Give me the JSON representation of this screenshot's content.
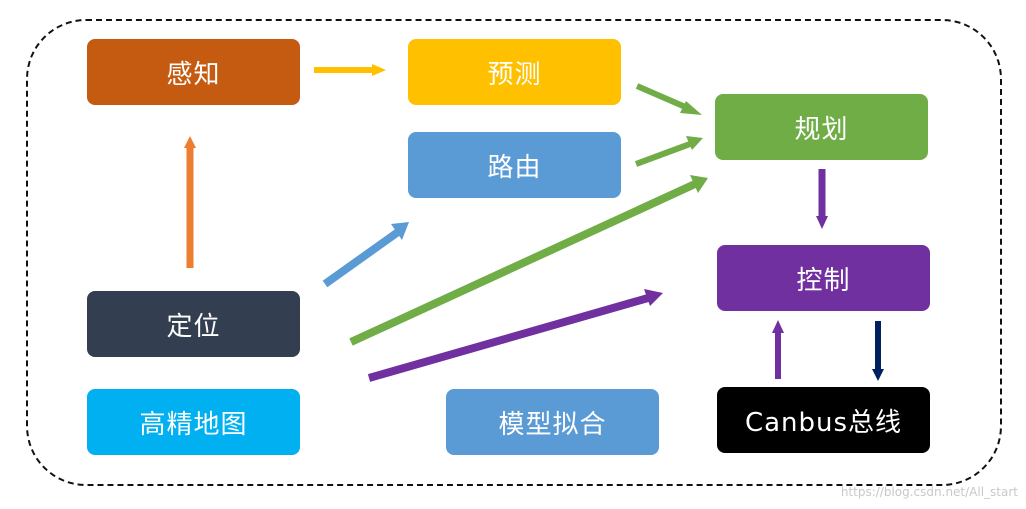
{
  "nodes": {
    "perception": {
      "label": "感知",
      "color": "#C55A11"
    },
    "prediction": {
      "label": "预测",
      "color": "#FFC000"
    },
    "planning": {
      "label": "规划",
      "color": "#70AD47"
    },
    "routing": {
      "label": "路由",
      "color": "#5B9BD5"
    },
    "control": {
      "label": "控制",
      "color": "#7030A0"
    },
    "localization": {
      "label": "定位",
      "color": "#333F50"
    },
    "hd_map": {
      "label": "高精地图",
      "color": "#00B0F0"
    },
    "model_fitting": {
      "label": "模型拟合",
      "color": "#5B9BD5"
    },
    "canbus": {
      "label": "Canbus总线",
      "color": "#000000"
    }
  },
  "arrow_colors": {
    "orange": "#ED7D31",
    "gold": "#FFC000",
    "green": "#70AD47",
    "blue": "#5B9BD5",
    "purple": "#7030A0",
    "navy": "#002060"
  },
  "watermark": "https://blog.csdn.net/All_start"
}
